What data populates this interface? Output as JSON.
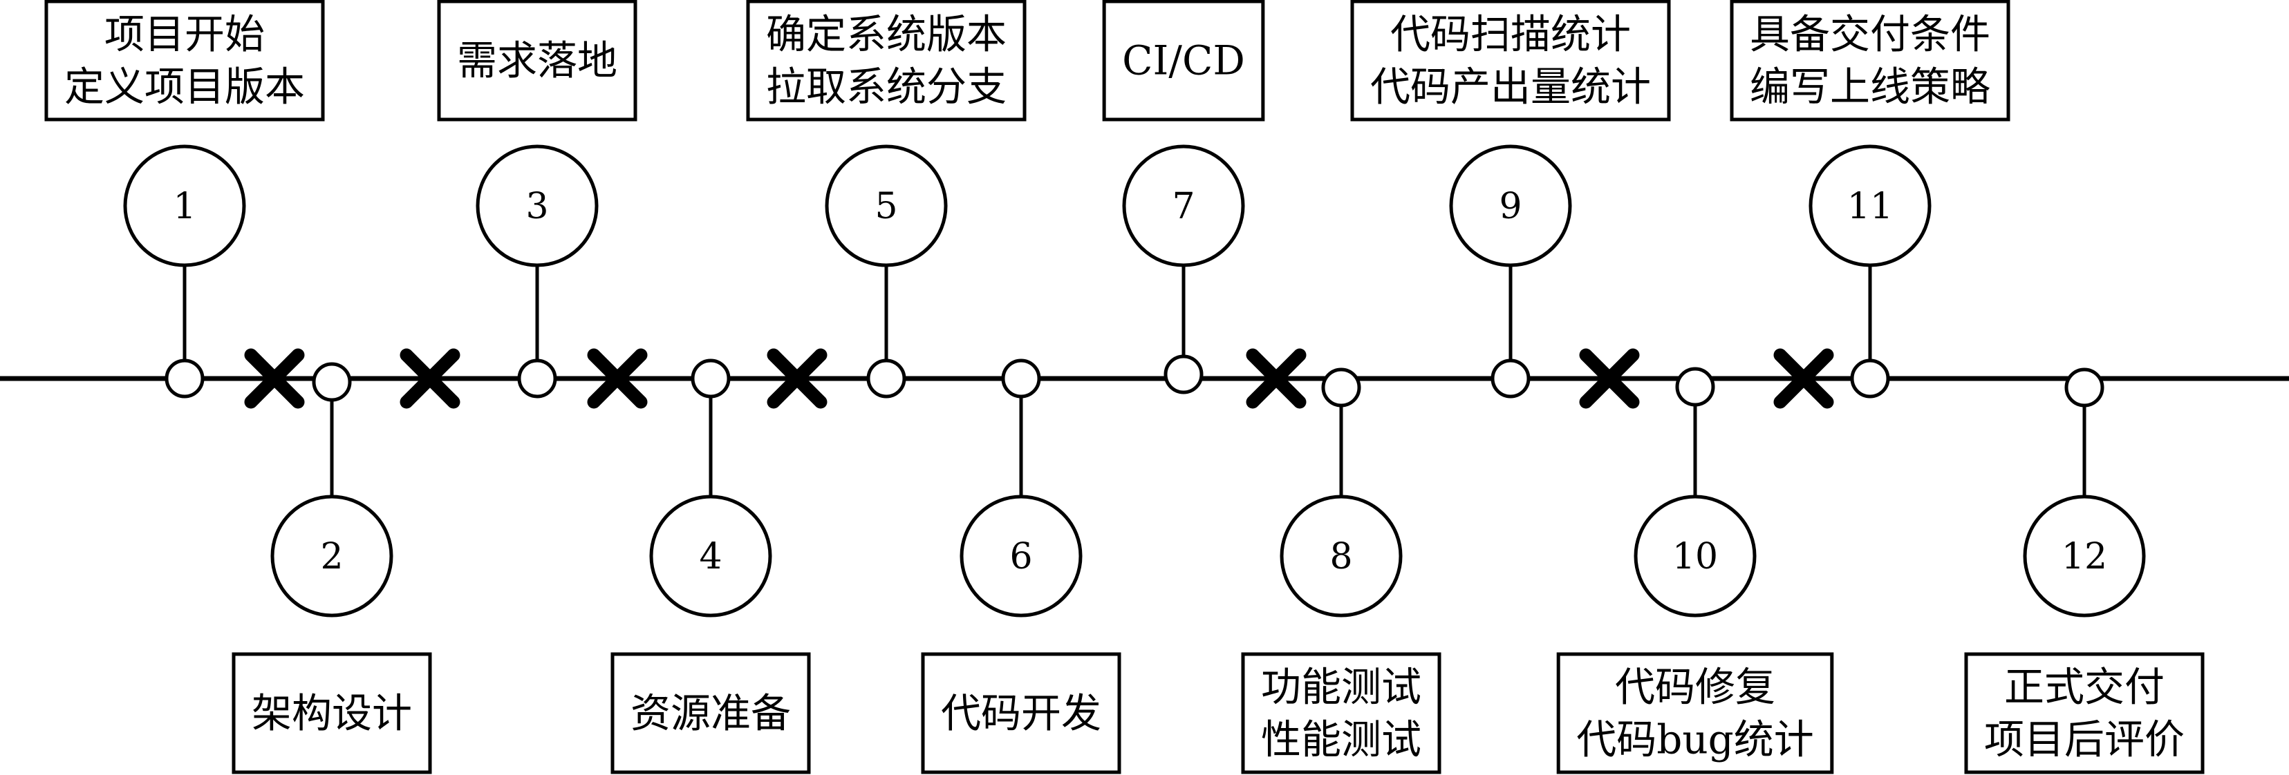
{
  "timeline": {
    "steps": [
      {
        "number": "1",
        "lines": [
          "项目开始",
          "定义项目版本"
        ],
        "side": "top"
      },
      {
        "number": "2",
        "lines": [
          "架构设计"
        ],
        "side": "bottom"
      },
      {
        "number": "3",
        "lines": [
          "需求落地"
        ],
        "side": "top"
      },
      {
        "number": "4",
        "lines": [
          "资源准备"
        ],
        "side": "bottom"
      },
      {
        "number": "5",
        "lines": [
          "确定系统版本",
          "拉取系统分支"
        ],
        "side": "top"
      },
      {
        "number": "6",
        "lines": [
          "代码开发"
        ],
        "side": "bottom"
      },
      {
        "number": "7",
        "lines": [
          "CI/CD"
        ],
        "side": "top"
      },
      {
        "number": "8",
        "lines": [
          "功能测试",
          "性能测试"
        ],
        "side": "bottom"
      },
      {
        "number": "9",
        "lines": [
          "代码扫描统计",
          "代码产出量统计"
        ],
        "side": "top"
      },
      {
        "number": "10",
        "lines": [
          "代码修复",
          "代码bug统计"
        ],
        "side": "bottom"
      },
      {
        "number": "11",
        "lines": [
          "具备交付条件",
          "编写上线策略"
        ],
        "side": "top"
      },
      {
        "number": "12",
        "lines": [
          "正式交付",
          "项目后评价"
        ],
        "side": "bottom"
      }
    ],
    "crossMarkIcon": "x-mark-icon",
    "crossMarkCount": 7,
    "colors": {
      "stroke": "#000000",
      "fill": "#ffffff"
    }
  }
}
